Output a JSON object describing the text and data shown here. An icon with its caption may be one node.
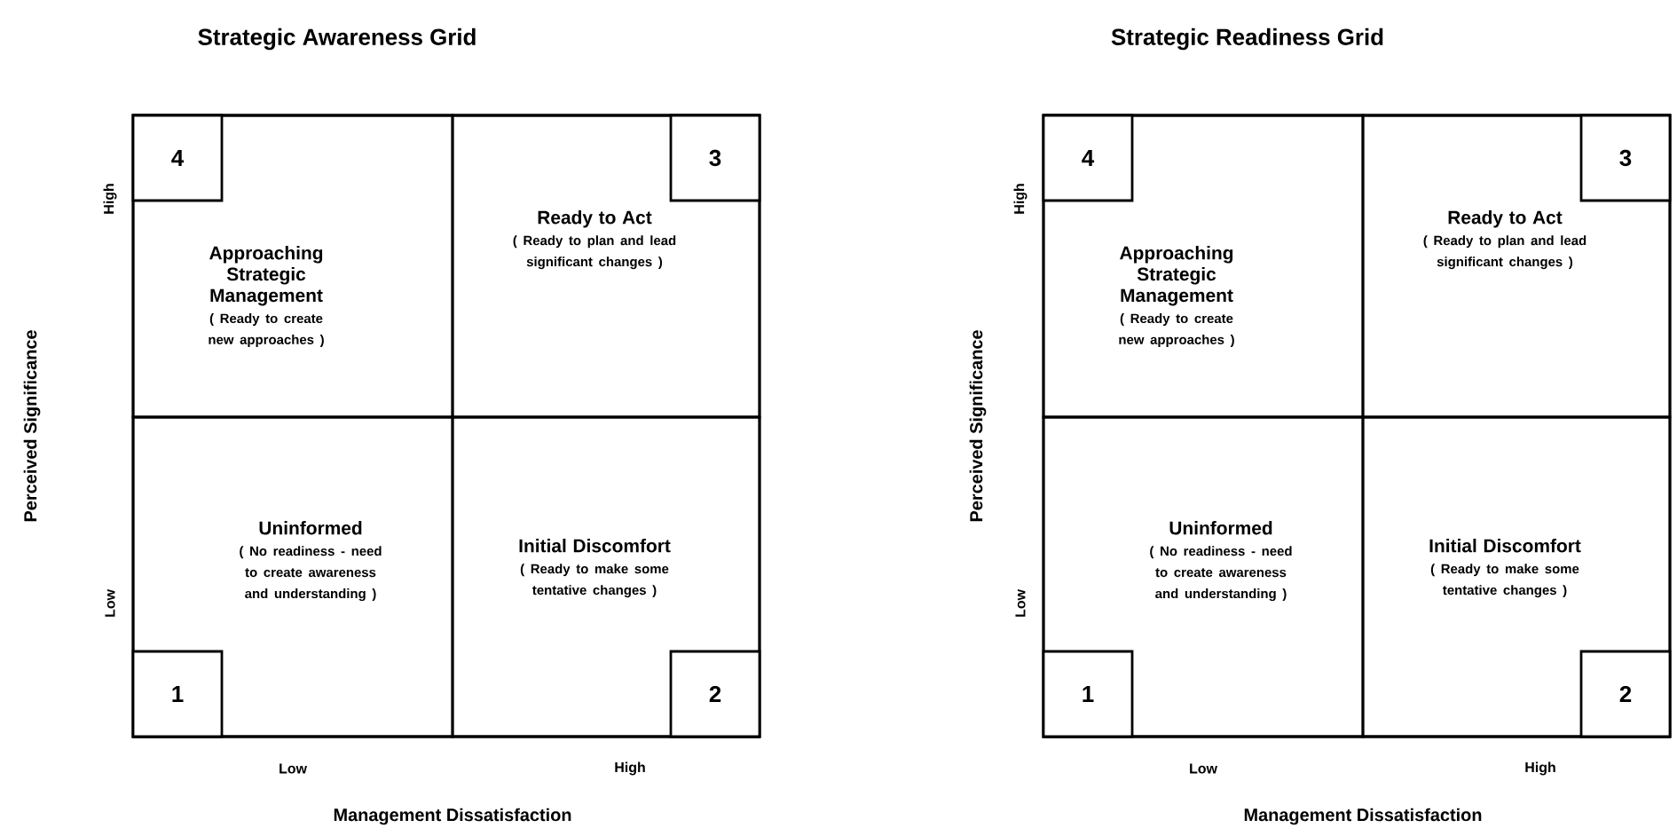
{
  "diagram": {
    "nodes": [
      {
        "text": [
          "Strategic Awareness Grid"
        ]
      },
      {
        "text": [
          "Approaching Strategic Management",
          "( Ready to create new approaches )"
        ],
        "in": 0
      },
      {
        "text": [
          "4"
        ],
        "in": 1
      },
      {
        "text": [
          "Ready to Act",
          "( Ready to plan and lead significant changes )"
        ],
        "in": 0
      },
      {
        "text": [
          "3"
        ],
        "in": 3
      },
      {
        "text": [
          "Uninformed",
          "( No readiness - need to create awareness and understanding )"
        ],
        "in": 0
      },
      {
        "text": [
          "1"
        ],
        "in": 5
      },
      {
        "text": [
          "Initial Discomfort",
          "( Ready to make some tentative changes )"
        ],
        "in": 0
      },
      {
        "text": [
          "2"
        ],
        "in": 7
      },
      {
        "text": [
          "Strategic Readiness Grid"
        ]
      },
      {
        "text": [
          "Approaching Strategic Management",
          "( Ready to create new approaches )"
        ],
        "in": 9
      },
      {
        "text": [
          "4"
        ],
        "in": 10
      },
      {
        "text": [
          "Ready to Act",
          "( Ready to plan and lead significant changes )"
        ],
        "in": 9
      },
      {
        "text": [
          "3"
        ],
        "in": 12
      },
      {
        "text": [
          "Uninformed",
          "( No readiness - need to create awareness and understanding )"
        ],
        "in": 9
      },
      {
        "text": [
          "1"
        ],
        "in": 14
      },
      {
        "text": [
          "Initial Discomfort",
          "( Ready to make some tentative changes )"
        ],
        "in": 9
      },
      {
        "text": [
          "2"
        ],
        "in": 16
      }
    ],
    "labels": [
      "Perceived Significance",
      "High",
      "Low",
      "Low",
      "High",
      "Management Dissatisfaction",
      "Perceived Significance",
      "High",
      "Low",
      "Low",
      "High",
      "Management Dissatisfaction"
    ]
  }
}
